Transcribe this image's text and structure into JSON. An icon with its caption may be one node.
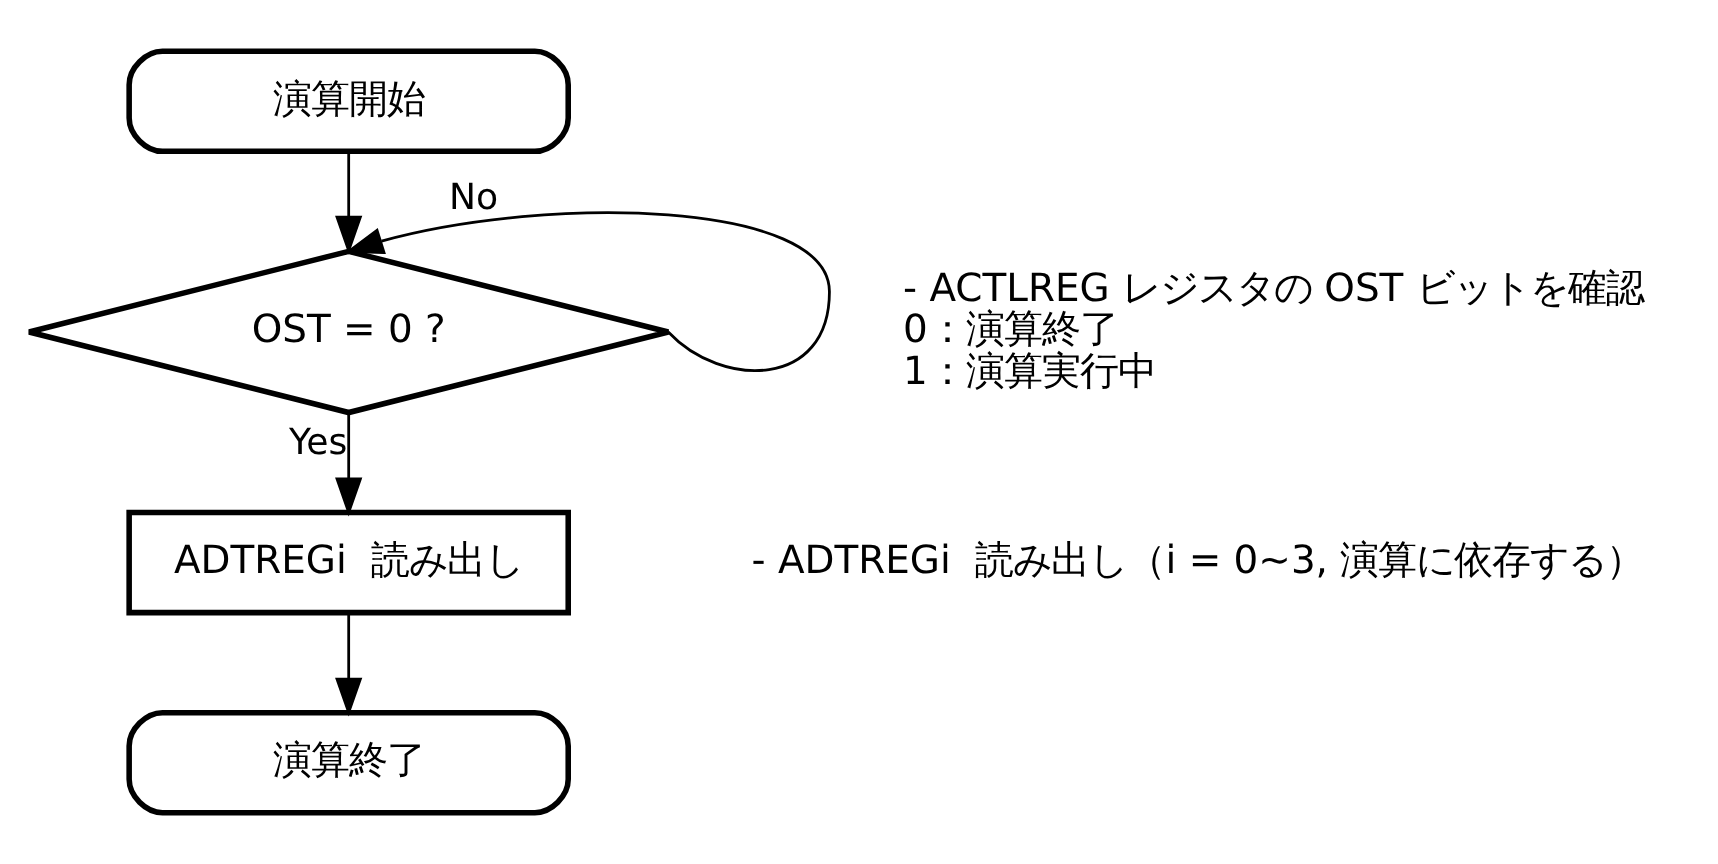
{
  "diagram": {
    "nodes": [
      {
        "text": [
          "演算開始"
        ]
      },
      {
        "text": [
          "OST = 0 ?"
        ],
        "beside": [
          "- ACTLREG レジスタの OST ビットを確認",
          "0：演算終了",
          "1：演算実行中"
        ]
      },
      {
        "text": [
          "ADTREGi  読み出し"
        ]
      },
      {
        "text": [
          "演算終了"
        ]
      }
    ],
    "edges": [
      {
        "from": 0,
        "to": 1,
        "arrow": "to"
      },
      {
        "from": 1,
        "to": 1,
        "label": "No",
        "arrow": "to"
      },
      {
        "from": 1,
        "to": 2,
        "label": "Yes",
        "arrow": "to"
      },
      {
        "from": 2,
        "to": 3,
        "arrow": "to"
      }
    ],
    "labels": [
      "- ADTREGi  読み出し（i = 0~3, 演算に依存する）"
    ]
  }
}
